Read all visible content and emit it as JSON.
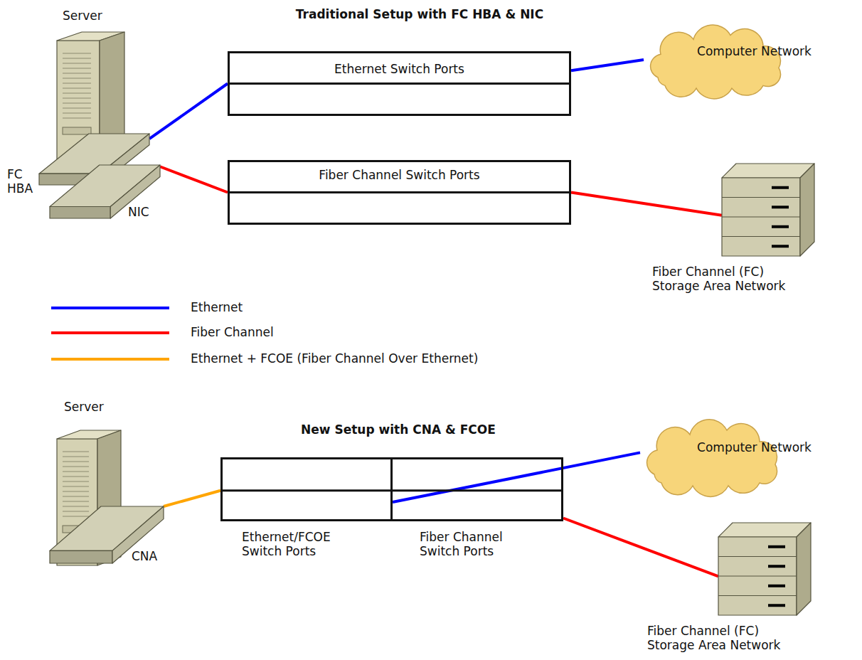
{
  "diagram": {
    "title": "Traditional Setup with FC HBA & NIC",
    "nodes": [
      {
        "text": [
          "Server"
        ]
      },
      {
        "text": [
          "FC HBA"
        ]
      },
      {
        "text": [
          "NIC"
        ]
      },
      {
        "text": [
          "Ethernet Switch Ports"
        ]
      },
      {
        "text": [
          "Computer Network"
        ]
      },
      {
        "text": [
          "Fiber Channel Switch Ports"
        ]
      },
      {
        "text": [
          "Fiber Channel (FC) Storage Area Network"
        ]
      },
      {
        "text": [
          "Server"
        ]
      },
      {
        "text": [
          "CNA"
        ]
      },
      {
        "text": [
          "Ethernet/FCOE Switch Ports"
        ]
      },
      {
        "text": [
          "Fiber Channel Switch Ports"
        ]
      },
      {
        "text": [
          "Computer Network"
        ]
      },
      {
        "text": [
          "Fiber Channel (FC) Storage Area Network"
        ]
      }
    ],
    "edges": [
      {
        "from": 1,
        "to": 3,
        "arrow": "none"
      },
      {
        "from": 3,
        "to": 4,
        "arrow": "none"
      },
      {
        "from": 2,
        "to": 5,
        "arrow": "none"
      },
      {
        "from": 5,
        "to": 6,
        "arrow": "none"
      },
      {
        "from": 8,
        "to": 9,
        "arrow": "none"
      },
      {
        "from": 9,
        "to": 11,
        "arrow": "none"
      },
      {
        "from": 10,
        "to": 12,
        "arrow": "none"
      }
    ],
    "labels": [
      "New Setup with CNA & FCOE"
    ],
    "legend": [
      {
        "text": "Ethernet",
        "color": "#0000ff"
      },
      {
        "text": "Fiber Channel",
        "color": "#ff0000"
      },
      {
        "text": "Ethernet + FCOE (Fiber Channel Over Ethernet)",
        "color": "#ffa500"
      }
    ]
  }
}
